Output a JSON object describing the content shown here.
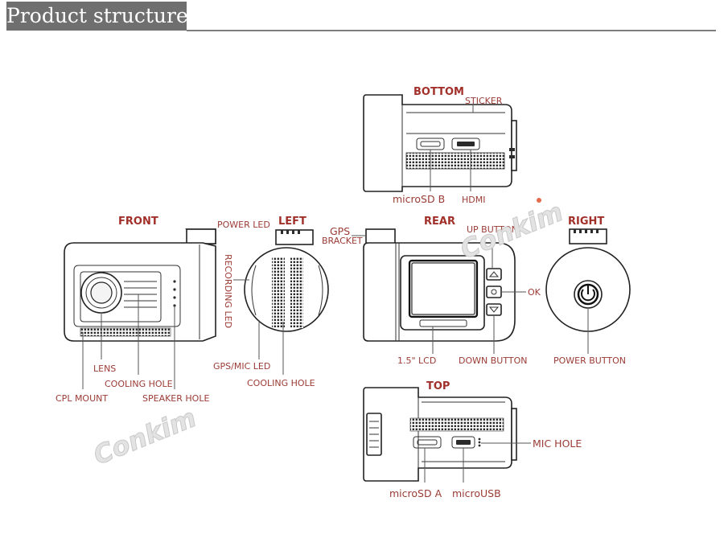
{
  "header": {
    "title": "Product structure"
  },
  "views": {
    "bottom": "BOTTOM",
    "front": "FRONT",
    "left": "LEFT",
    "rear": "REAR",
    "right": "RIGHT",
    "top": "TOP"
  },
  "callouts": {
    "sticker": "STICKER",
    "microsd_b": "microSD B",
    "hdmi": "HDMI",
    "power_led": "POWER LED",
    "recording_led": "RECORDING LED",
    "gps_mic_led": "GPS/MIC LED",
    "cooling_hole_left": "COOLING HOLE",
    "lens": "LENS",
    "cooling_hole_front": "COOLING HOLE",
    "cpl_mount": "CPL MOUNT",
    "speaker_hole": "SPEAKER HOLE",
    "gps": "GPS",
    "bracket": "BRACKET",
    "up_button": "UP BUTTON",
    "ok": "OK",
    "lcd": "1.5\" LCD",
    "down_button": "DOWN BUTTON",
    "power_button": "POWER BUTTON",
    "mic_hole": "MIC HOLE",
    "microsd_a": "microSD A",
    "microusb": "microUSB"
  },
  "watermark": {
    "text": "Conkim"
  },
  "colors": {
    "label": "#9b3b35",
    "title": "#a2302a",
    "banner": "#6f6f6f",
    "watermark_dot": "#e56a4d"
  }
}
